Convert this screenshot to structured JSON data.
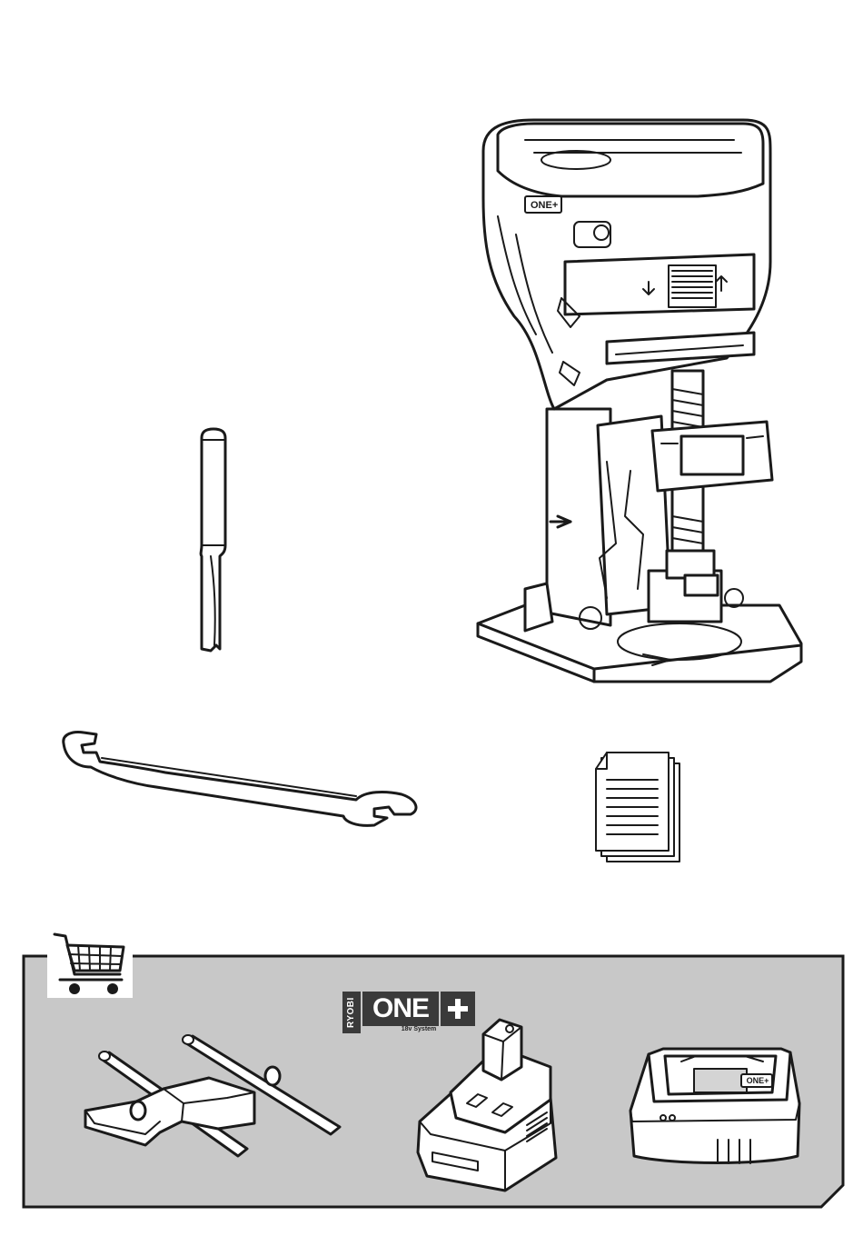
{
  "logo": {
    "brand": "RYOBI",
    "name": "ONE",
    "plus_symbol": "plus-icon",
    "tagline": "18v System"
  },
  "battery_badge": {
    "text": "ONE+"
  },
  "icons": {
    "router": "trim-router-illustration",
    "bit": "router-bit-illustration",
    "wrench": "wrench-illustration",
    "manual": "manual-documents-icon",
    "cart": "shopping-cart-icon",
    "edge_guide": "edge-guide-illustration",
    "battery": "battery-pack-illustration",
    "charger": "charger-illustration"
  },
  "colors": {
    "panel_fill": "#c8c8c8",
    "line": "#1a1a1a"
  }
}
